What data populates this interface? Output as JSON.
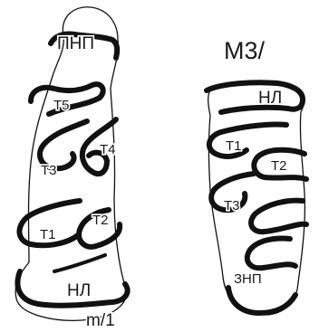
{
  "left_tooth": {
    "specimen_label": "m/1",
    "labels": {
      "apex": "ПНП",
      "t5": "Т5",
      "t4": "Т4",
      "t3": "Т3",
      "t2": "Т2",
      "t1": "Т1",
      "base": "НЛ"
    }
  },
  "right_tooth": {
    "specimen_label": "М3/",
    "labels": {
      "top": "НЛ",
      "t1": "Т1",
      "t2": "Т2",
      "t3": "Т3",
      "bottom": "ЗНП"
    }
  }
}
